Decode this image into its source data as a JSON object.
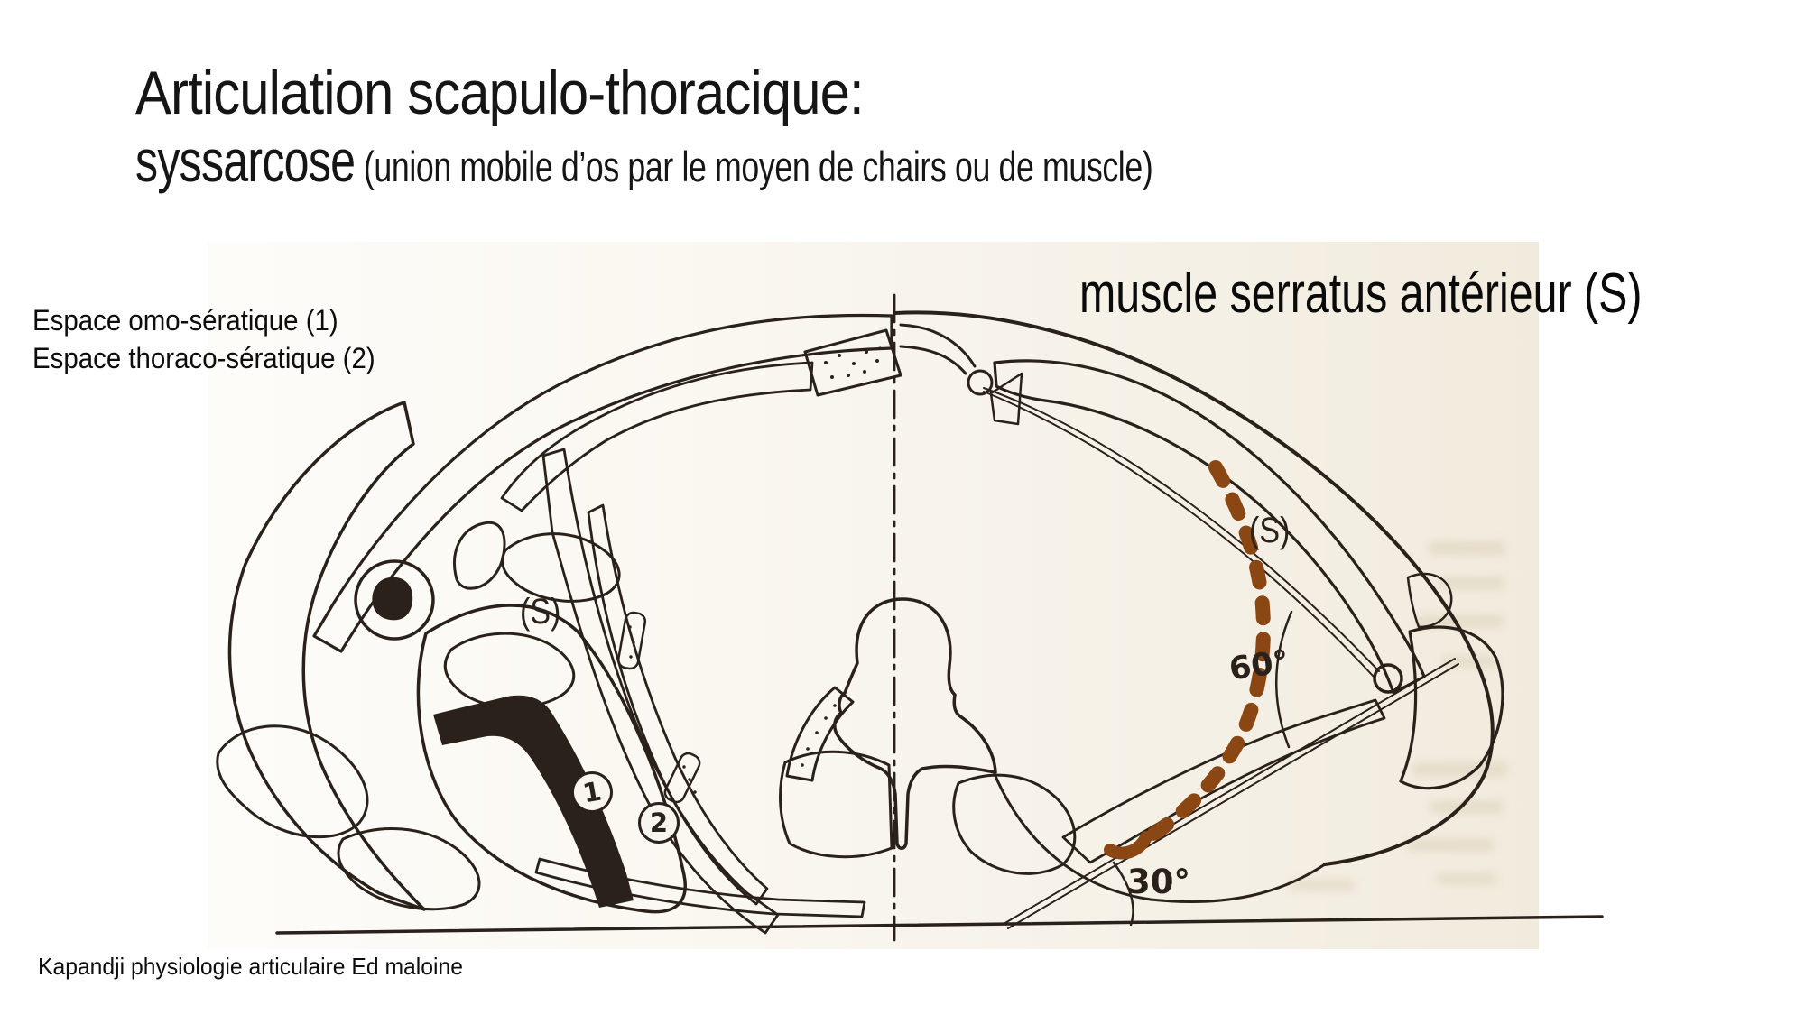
{
  "slide": {
    "title": "Articulation scapulo-thoracique:",
    "subtitle_main": "syssarcose",
    "subtitle_note": " (union mobile d’os par le moyen de chairs ou de muscle)",
    "label_espace_1": "Espace omo-sératique (1)",
    "label_espace_2": "Espace thoraco-sératique (2)",
    "muscle_heading": "muscle serratus antérieur (S)",
    "credit": "Kapandji physiologie articulaire Ed maloine"
  },
  "figure": {
    "s_label_left": "(S)",
    "s_label_right": "(S)",
    "angle_upper": "60°",
    "angle_lower": "30°",
    "marker_1": "1",
    "marker_2": "2",
    "colors": {
      "ink": "#2a211b",
      "scan_bg": "#f8f5ee",
      "dash": "#8a4713"
    }
  }
}
